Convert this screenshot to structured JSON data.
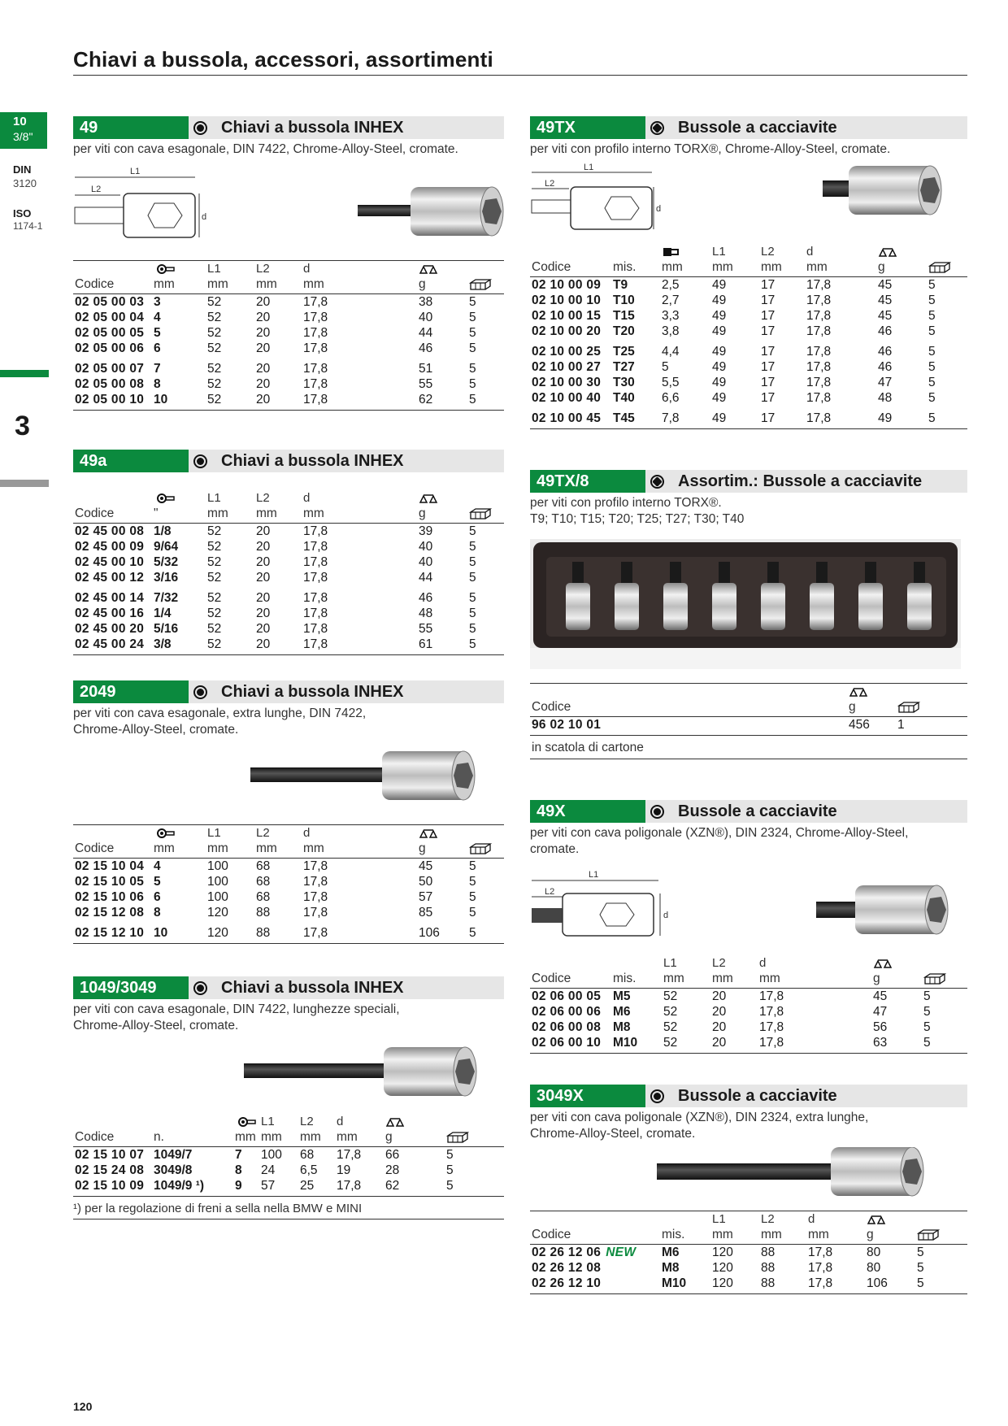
{
  "page": {
    "title": "Chiavi a bussola, accessori, assortimenti",
    "page_number": "120",
    "side": {
      "size_num": "10",
      "size_in": "3/8\"",
      "din_label": "DIN",
      "din_val": "3120",
      "iso_label": "ISO",
      "iso_val": "1174-1",
      "chapter": "3"
    }
  },
  "s49": {
    "num": "49",
    "title": "Chiavi a bussola INHEX",
    "desc": "per viti con cava esagonale, DIN 7422, Chrome-Alloy-Steel, cromate.",
    "h1": [
      "",
      "",
      "L1",
      "L2",
      "d",
      "",
      ""
    ],
    "h2": [
      "Codice",
      "mm",
      "mm",
      "mm",
      "mm",
      "g",
      ""
    ],
    "rows": [
      [
        "02050003",
        "3",
        "52",
        "20",
        "17,8",
        "38",
        "5"
      ],
      [
        "02050004",
        "4",
        "52",
        "20",
        "17,8",
        "40",
        "5"
      ],
      [
        "02050005",
        "5",
        "52",
        "20",
        "17,8",
        "44",
        "5"
      ],
      [
        "02050006",
        "6",
        "52",
        "20",
        "17,8",
        "46",
        "5"
      ],
      [
        "02050007",
        "7",
        "52",
        "20",
        "17,8",
        "51",
        "5"
      ],
      [
        "02050008",
        "8",
        "52",
        "20",
        "17,8",
        "55",
        "5"
      ],
      [
        "02050010",
        "10",
        "52",
        "20",
        "17,8",
        "62",
        "5"
      ]
    ]
  },
  "s49a": {
    "num": "49a",
    "title": "Chiavi a bussola INHEX",
    "h1": [
      "",
      "",
      "L1",
      "L2",
      "d",
      "",
      ""
    ],
    "h2": [
      "Codice",
      "\"",
      "mm",
      "mm",
      "mm",
      "g",
      ""
    ],
    "rows": [
      [
        "02450008",
        "1/8",
        "52",
        "20",
        "17,8",
        "39",
        "5"
      ],
      [
        "02450009",
        "9/64",
        "52",
        "20",
        "17,8",
        "40",
        "5"
      ],
      [
        "02450010",
        "5/32",
        "52",
        "20",
        "17,8",
        "40",
        "5"
      ],
      [
        "02450012",
        "3/16",
        "52",
        "20",
        "17,8",
        "44",
        "5"
      ],
      [
        "02450014",
        "7/32",
        "52",
        "20",
        "17,8",
        "46",
        "5"
      ],
      [
        "02450016",
        "1/4",
        "52",
        "20",
        "17,8",
        "48",
        "5"
      ],
      [
        "02450020",
        "5/16",
        "52",
        "20",
        "17,8",
        "55",
        "5"
      ],
      [
        "02450024",
        "3/8",
        "52",
        "20",
        "17,8",
        "61",
        "5"
      ]
    ]
  },
  "s2049": {
    "num": "2049",
    "title": "Chiavi a bussola INHEX",
    "desc1": "per viti con cava esagonale, extra lunghe, DIN 7422,",
    "desc2": "Chrome-Alloy-Steel, cromate.",
    "h1": [
      "",
      "",
      "L1",
      "L2",
      "d",
      "",
      ""
    ],
    "h2": [
      "Codice",
      "mm",
      "mm",
      "mm",
      "mm",
      "g",
      ""
    ],
    "rows": [
      [
        "02151004",
        "4",
        "100",
        "68",
        "17,8",
        "45",
        "5"
      ],
      [
        "02151005",
        "5",
        "100",
        "68",
        "17,8",
        "50",
        "5"
      ],
      [
        "02151006",
        "6",
        "100",
        "68",
        "17,8",
        "57",
        "5"
      ],
      [
        "02151208",
        "8",
        "120",
        "88",
        "17,8",
        "85",
        "5"
      ],
      [
        "02151210",
        "10",
        "120",
        "88",
        "17,8",
        "106",
        "5"
      ]
    ]
  },
  "s1049": {
    "num": "1049/3049",
    "title": "Chiavi a bussola INHEX",
    "desc1": "per viti con cava esagonale, DIN 7422, lunghezze speciali,",
    "desc2": "Chrome-Alloy-Steel, cromate.",
    "h1": [
      "",
      "",
      "",
      "L1",
      "L2",
      "d",
      "",
      ""
    ],
    "h2": [
      "Codice",
      "n.",
      "mm",
      "mm",
      "mm",
      "mm",
      "g",
      ""
    ],
    "rows": [
      [
        "02151007",
        "1049/7",
        "7",
        "100",
        "68",
        "17,8",
        "66",
        "5"
      ],
      [
        "02152408",
        "3049/8",
        "8",
        "24",
        "6,5",
        "19",
        "28",
        "5"
      ],
      [
        "02151009",
        "1049/9 ¹)",
        "9",
        "57",
        "25",
        "17,8",
        "62",
        "5"
      ]
    ],
    "foot": "¹) per la regolazione di freni a sella nella BMW e MINI"
  },
  "s49tx": {
    "num": "49TX",
    "title": "Bussole a cacciavite",
    "desc": "per viti con profilo interno TORX®, Chrome-Alloy-Steel, cromate.",
    "h1": [
      "",
      "",
      "",
      "L1",
      "L2",
      "d",
      "",
      ""
    ],
    "h2": [
      "Codice",
      "mis.",
      "mm",
      "mm",
      "mm",
      "mm",
      "g",
      ""
    ],
    "rows": [
      [
        "02100009",
        "T9",
        "2,5",
        "49",
        "17",
        "17,8",
        "45",
        "5"
      ],
      [
        "02100010",
        "T10",
        "2,7",
        "49",
        "17",
        "17,8",
        "45",
        "5"
      ],
      [
        "02100015",
        "T15",
        "3,3",
        "49",
        "17",
        "17,8",
        "45",
        "5"
      ],
      [
        "02100020",
        "T20",
        "3,8",
        "49",
        "17",
        "17,8",
        "46",
        "5"
      ],
      [
        "02100025",
        "T25",
        "4,4",
        "49",
        "17",
        "17,8",
        "46",
        "5"
      ],
      [
        "02100027",
        "T27",
        "5",
        "49",
        "17",
        "17,8",
        "46",
        "5"
      ],
      [
        "02100030",
        "T30",
        "5,5",
        "49",
        "17",
        "17,8",
        "47",
        "5"
      ],
      [
        "02100040",
        "T40",
        "6,6",
        "49",
        "17",
        "17,8",
        "48",
        "5"
      ],
      [
        "02100045",
        "T45",
        "7,8",
        "49",
        "17",
        "17,8",
        "49",
        "5"
      ]
    ]
  },
  "s49tx8": {
    "num": "49TX/8",
    "title": "Assortim.: Bussole a cacciavite",
    "desc1": "per viti con profilo interno TORX®.",
    "desc2": "T9; T10; T15; T20; T25; T27; T30; T40",
    "h2": [
      "Codice",
      "g",
      ""
    ],
    "rows": [
      [
        "96021001",
        "456",
        "1"
      ]
    ],
    "note": "in scatola di cartone"
  },
  "s49x": {
    "num": "49X",
    "title": "Bussole a cacciavite",
    "desc1": "per viti con cava poligonale (XZN®), DIN 2324, Chrome-Alloy-Steel,",
    "desc2": "cromate.",
    "h1": [
      "",
      "",
      "L1",
      "L2",
      "d",
      "",
      ""
    ],
    "h2": [
      "Codice",
      "mis.",
      "mm",
      "mm",
      "mm",
      "g",
      ""
    ],
    "rows": [
      [
        "02060005",
        "M5",
        "52",
        "20",
        "17,8",
        "45",
        "5"
      ],
      [
        "02060006",
        "M6",
        "52",
        "20",
        "17,8",
        "47",
        "5"
      ],
      [
        "02060008",
        "M8",
        "52",
        "20",
        "17,8",
        "56",
        "5"
      ],
      [
        "02060010",
        "M10",
        "52",
        "20",
        "17,8",
        "63",
        "5"
      ]
    ]
  },
  "s3049x": {
    "num": "3049X",
    "title": "Bussole a cacciavite",
    "desc1": "per viti con cava poligonale (XZN®), DIN 2324, extra lunghe,",
    "desc2": "Chrome-Alloy-Steel, cromate.",
    "h1": [
      "",
      "",
      "L1",
      "L2",
      "d",
      "",
      ""
    ],
    "h2": [
      "Codice",
      "mis.",
      "mm",
      "mm",
      "mm",
      "g",
      ""
    ],
    "rows": [
      [
        "02261206",
        "M6",
        "120",
        "88",
        "17,8",
        "80",
        "5"
      ],
      [
        "02261208",
        "M8",
        "120",
        "88",
        "17,8",
        "80",
        "5"
      ],
      [
        "02261210",
        "M10",
        "120",
        "88",
        "17,8",
        "106",
        "5"
      ]
    ],
    "new_label": "NEW"
  },
  "drawing": {
    "l1": "L1",
    "l2": "L2",
    "d": "d"
  },
  "colors": {
    "accent": "#0b8a3e",
    "header_bg": "#e6e6e6"
  }
}
